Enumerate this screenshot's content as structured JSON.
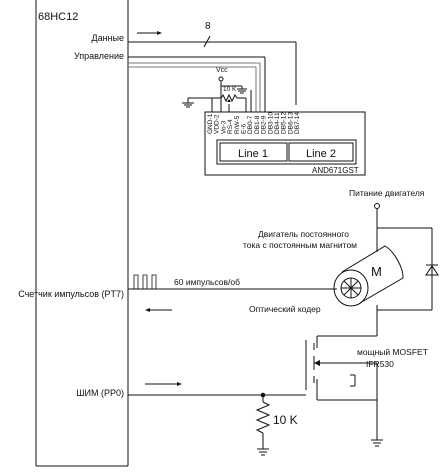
{
  "mcu": {
    "title": "68HC12",
    "pins": {
      "data": "Данные",
      "control": "Управление",
      "counter": "Счетчик импульсов (PT7)",
      "pwm": "ШИМ (PP0)"
    }
  },
  "bus": {
    "width_label": "8"
  },
  "lcd": {
    "model": "AND671GST",
    "pins": [
      "GND-1",
      "VDD-2",
      "Vo-3",
      "RS-4",
      "R/W-5",
      "E-6",
      "DB0-7",
      "DB1-8",
      "DB2-9",
      "DB3-10",
      "DB4-11",
      "DB5-12",
      "DB6-13",
      "DB7-14"
    ],
    "line1": "Line 1",
    "line2": "Line 2",
    "vcc": "Vcc",
    "pot": "10 K"
  },
  "motor": {
    "supply": "Питание двигателя",
    "description_line1": "Двигатель постоянного",
    "description_line2": "тока с постоянным магнитом",
    "symbol": "M",
    "encoder": "Оптический кодер",
    "pulses": "60 импульсов/об"
  },
  "mosfet": {
    "line1": "мощный MOSFET",
    "line2": "IFR530"
  },
  "resistor": {
    "value": "10 K"
  }
}
